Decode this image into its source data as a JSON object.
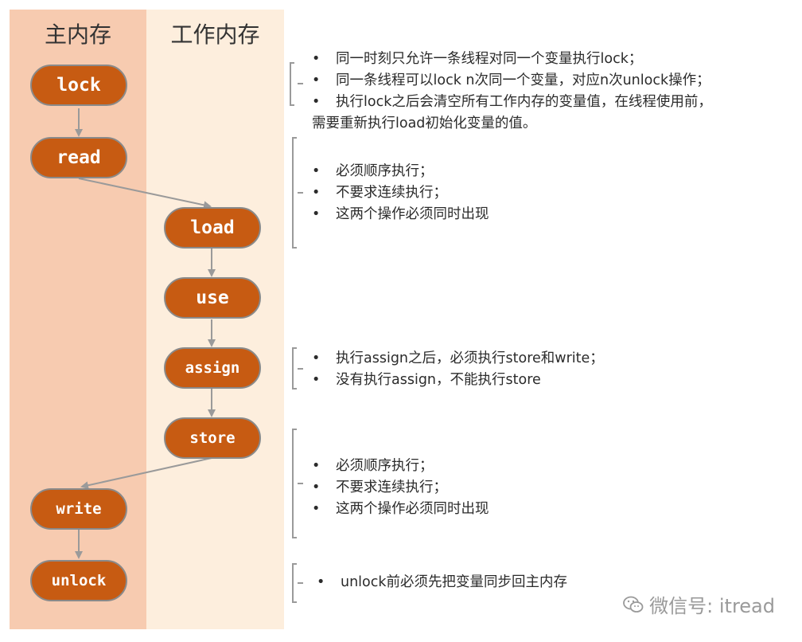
{
  "lanes": {
    "main": "主内存",
    "work": "工作内存"
  },
  "nodes": {
    "lock": "lock",
    "read": "read",
    "load": "load",
    "use": "use",
    "assign": "assign",
    "store": "store",
    "write": "write",
    "unlock": "unlock"
  },
  "notes": {
    "lock": [
      "同一时刻只允许一条线程对同一个变量执行lock；",
      "同一条线程可以lock n次同一个变量，对应n次unlock操作；",
      "执行lock之后会清空所有工作内存的变量值，在线程使用前，"
    ],
    "lock_cont": "需要重新执行load初始化变量的值。",
    "read_load": [
      "必须顺序执行；",
      "不要求连续执行；",
      "这两个操作必须同时出现"
    ],
    "assign": [
      "执行assign之后，必须执行store和write；",
      "没有执行assign，不能执行store"
    ],
    "store_write": [
      "必须顺序执行；",
      "不要求连续执行；",
      "这两个操作必须同时出现"
    ],
    "unlock": [
      "unlock前必须先把变量同步回主内存"
    ]
  },
  "bullet": "•",
  "watermark": "微信号: itread",
  "colors": {
    "node_fill": "#c75b12",
    "main_lane": "#f7cbb0",
    "work_lane": "#fdeedd",
    "arrow": "#9a9a9a"
  }
}
